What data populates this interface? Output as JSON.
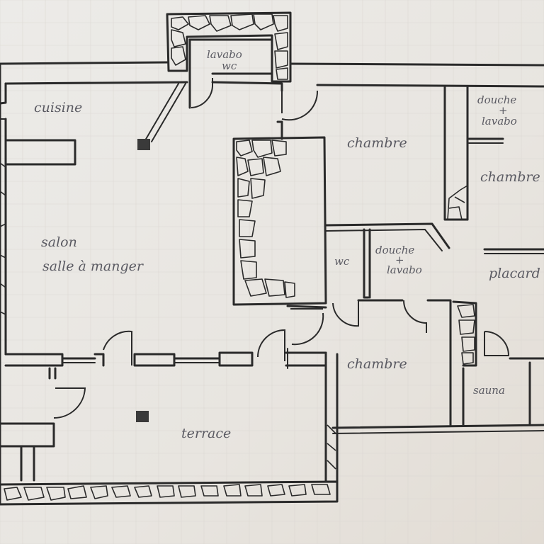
{
  "rooms": {
    "lavabo_wc_top": [
      "lavabo",
      "wc"
    ],
    "cuisine": "cuisine",
    "chambre_1": "chambre",
    "douche_lavabo_top": [
      "douche",
      "+",
      "lavabo"
    ],
    "chambre_2": "chambre",
    "salon": [
      "salon",
      "salle à manger"
    ],
    "wc_mid": "wc",
    "douche_lavabo_mid": [
      "douche",
      "+",
      "lavabo"
    ],
    "placard": "placard",
    "chambre_3": "chambre",
    "sauna": "sauna",
    "terrace": "terrace"
  }
}
